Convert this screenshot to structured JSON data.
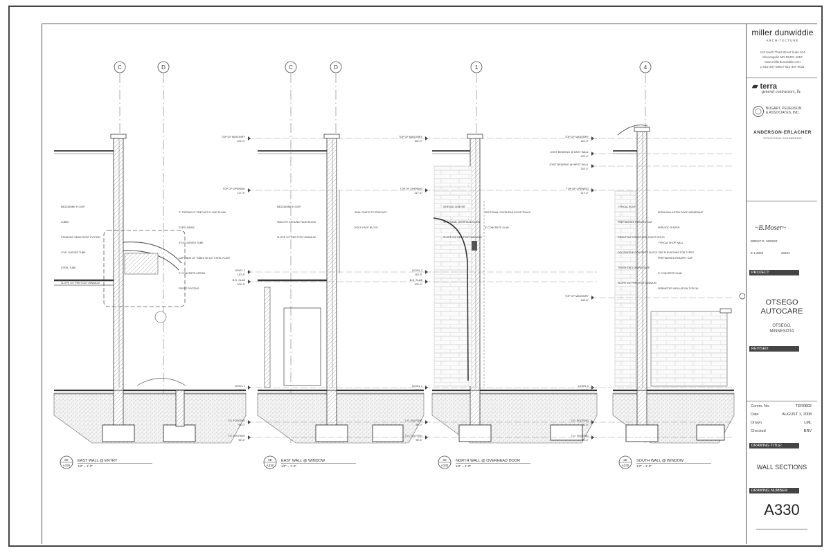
{
  "sheet": {
    "title_block": {
      "firm_name": "miller dunwiddie",
      "firm_subtitle": "ARCHITECTURE",
      "address_line1": "123 North Third Street Suite 104",
      "address_line2": "Minneapolis MN 55401-1657",
      "website": "www.millerdunwiddie.com",
      "phone": "p 612-337-0000 f 612-337-0031",
      "contractor_name": "terra",
      "contractor_sub": "general contractors, llc",
      "consultant1": [
        "BOGART, PEDERSON",
        "& ASSOCIATES, INC."
      ],
      "consultant2": "ANDERSON-ERLACHER",
      "consultant2_sub": "STRUCTURAL ENGINEERING",
      "signer_name": "BRENT R. MOSER",
      "sign_date": "8-1-2008",
      "license_no": "20404",
      "project_label": "PROJECT:",
      "project_name_line1": "OTSEGO",
      "project_name_line2": "AUTOCARE",
      "city_line1": "OTSEGO,",
      "city_line2": "MINNESOTA",
      "revised_label": "REVISED:",
      "info_rows": [
        {
          "label": "Comm. No.",
          "value": "TER0802"
        },
        {
          "label": "Date",
          "value": "AUGUST 1, 2008"
        },
        {
          "label": "Drawn",
          "value": "LML"
        },
        {
          "label": "Checked",
          "value": "BRV"
        }
      ],
      "drawing_title_label": "DRAWING TITLE:",
      "drawing_title": "WALL SECTIONS",
      "drawing_number_label": "DRAWING NUMBER:",
      "drawing_number": "A330"
    }
  },
  "sections": [
    {
      "grid_left": "C",
      "grid_right": "D",
      "tag_number": "5E",
      "tag_sheet": "A330",
      "title": "EAST WALL @ ENTRY",
      "scale": "1/2\" = 1'-0\"",
      "notes": [
        "MEZZANINE FLOOR",
        "2\" TOPPING 8\" PRECAST FLOOR PLANK",
        "LOBBY",
        "STEEL BEAM",
        "STANDING SEAM ROOF SYSTEM",
        "4\"X4\" CURVED TUBE",
        "4\"X6\" CURVED TUBE",
        "CAP ENDS OF TUBES W/ 1/4\" STEEL PLATE",
        "STEEL TUBE",
        "2\" CONCRETE APRON",
        "SLOPE 1/4\" PER FOOT MINIMUM",
        "FROST FOOTING"
      ],
      "levels": []
    },
    {
      "grid_left": "C",
      "grid_right": "D",
      "tag_number": "5E",
      "tag_sheet": "A330",
      "title": "EAST WALL @ WINDOW",
      "scale": "1/2\" = 1'-0\"",
      "notes": [
        "MEZZANINE FLOOR",
        "SEAL JOINTS TO PRECAST",
        "SMOOTH GROUND FACE BLOCK",
        "ROCK FACE BLOCK",
        "SLOPE 1/4\" PER FOOT MINIMUM"
      ],
      "levels": [
        {
          "name": "TOP OF MASONRY",
          "elev": "122'-0\""
        },
        {
          "name": "TOP OF OPENING",
          "elev": "117'-4\""
        },
        {
          "name": "LEVEL 2",
          "elev": "110'-8\""
        },
        {
          "name": "B.O. SLAB",
          "elev": "109'-4\""
        },
        {
          "name": "LEVEL 1",
          "elev": "100'-0\""
        },
        {
          "name": "T.O. FOOTING",
          "elev": "96'-0\""
        },
        {
          "name": "T.O. FOOTING",
          "elev": "95'-4\""
        }
      ]
    },
    {
      "grid_left": "1",
      "grid_right": "",
      "tag_number": "3E",
      "tag_sheet": "A330",
      "title": "NORTH WALL @ OVERHEAD DOOR",
      "scale": "1/2\" = 1'-0\"",
      "notes": [
        "SERVICE CENTER",
        "SECTIONAL OVERHEAD DOOR TRACK",
        "SECTIONAL OVERHEAD DOOR",
        "6\" CONCRETE SLAB",
        "SLOPE 1/4\" PER FOOT MINIMUM"
      ],
      "levels": [
        {
          "name": "TOP OF MASONRY",
          "elev": "122'-0\""
        },
        {
          "name": "TOP OF OPENING",
          "elev": "117'-4\""
        },
        {
          "name": "LEVEL 2",
          "elev": "110'-8\""
        },
        {
          "name": "B.O. SLAB",
          "elev": "109'-4\""
        },
        {
          "name": "LEVEL 1",
          "elev": "100'-0\""
        },
        {
          "name": "T.O. FOOTING",
          "elev": "96'-0\""
        },
        {
          "name": "T.O. FOOTING",
          "elev": "95'-4\""
        }
      ]
    },
    {
      "grid_left": "4",
      "grid_right": "",
      "tag_number": "2E",
      "tag_sheet": "A330",
      "title": "SOUTH WALL @ WINDOW",
      "scale": "1/2\" = 1'-0\"",
      "notes": [
        "TYPICAL ROOF",
        "EPDM BALLASTED ROOF MEMBRANE",
        "PREFINISHED PARAPET CAP",
        "SERVICE CENTER",
        "GROUT ALL CORES AND JOINTS SOLID",
        "TYPICAL SHOP WALL",
        "DECORATIVE CONCRETE BLOCK SEE ELEVATIONS FOR TYPES",
        "PREFINISHED PARAPET CAP",
        "TRASH ENCLOSURE GATE",
        "6\" CONCRETE SLAB",
        "SLOPE 1/4\" PER FOOT MINIMUM",
        "PERIMETER INSULATION TYPICAL"
      ],
      "levels": [
        {
          "name": "TOP OF MASONRY",
          "elev": "122'-0\""
        },
        {
          "name": "JOIST BEARING @ EAST WALL",
          "elev": "120'-0\""
        },
        {
          "name": "JOIST BEARING @ WEST WALL",
          "elev": "118'-4\""
        },
        {
          "name": "TOP OF OPENING",
          "elev": "117'-4\""
        },
        {
          "name": "TOP OF MASONRY",
          "elev": "106'-8\""
        },
        {
          "name": "LEVEL 1",
          "elev": "100'-0\""
        },
        {
          "name": "T.O. FOOTING",
          "elev": "96'-0\""
        },
        {
          "name": "T.O. FOOTING",
          "elev": "95'-4\""
        }
      ]
    }
  ]
}
